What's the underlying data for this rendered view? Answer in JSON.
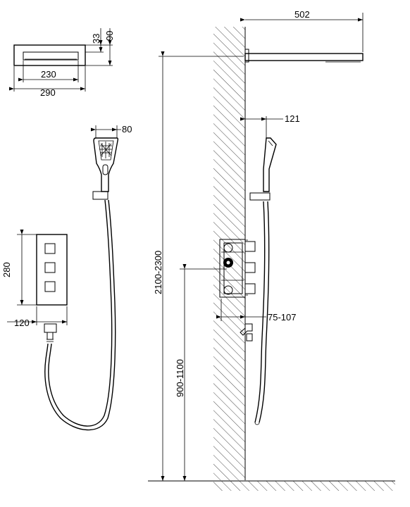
{
  "dimensions": {
    "rain_width": "502",
    "head_height": "33",
    "head_depth": "90",
    "head_inner": "230",
    "head_outer": "290",
    "hand_width": "80",
    "hand_offset": "121",
    "valve_height": "280",
    "valve_width": "120",
    "head_mount": "2100-2300",
    "valve_mount": "900-1100",
    "box_depth": "75-107"
  },
  "colors": {
    "line": "#000000",
    "background": "#ffffff"
  }
}
